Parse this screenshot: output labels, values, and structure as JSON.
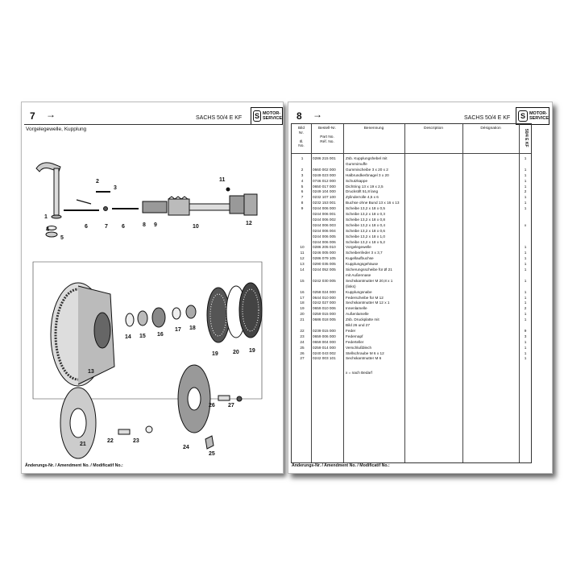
{
  "left_page": {
    "page_number": "7",
    "arrow": "→",
    "model": "SACHS 50/4 E KF",
    "logo_letter": "S",
    "logo_top": "MOTOR-",
    "logo_bottom": "SERVICE",
    "logo_small": "SACHS",
    "section_title": "Vorgelegewelle, Kupplung",
    "footer": "Änderungs-Nr. / Amendment No. / Modificatif No.:",
    "callouts": [
      "1",
      "2",
      "3",
      "4",
      "5",
      "6",
      "7",
      "6",
      "8",
      "9",
      "10",
      "11",
      "12",
      "13",
      "14",
      "15",
      "16",
      "17",
      "18",
      "19",
      "20",
      "19",
      "21",
      "22",
      "23",
      "24",
      "25",
      "26",
      "27"
    ]
  },
  "right_page": {
    "page_number": "8",
    "arrow": "→",
    "model": "SACHS 50/4 E KF",
    "logo_letter": "S",
    "logo_top": "MOTOR-",
    "logo_bottom": "SERVICE",
    "logo_small": "SACHS",
    "vertical_label": "50/4 E KF",
    "footer": "Änderungs-Nr. / Amendment No. / Modificatif No.:",
    "columns": {
      "no": [
        "Bild",
        "Nr.",
        "",
        "Ill.",
        "No.",
        "Réf. No."
      ],
      "part": [
        "Bestell-Nr.",
        "",
        "Part No.",
        "Réf. No."
      ],
      "name": "Benennung",
      "desc": "Description",
      "designation": "Désignation"
    },
    "rows": [
      {
        "no": "1",
        "part": "0286 215 001",
        "name": "Zsb. Kupplungshebel mit",
        "qty": "1"
      },
      {
        "no": "",
        "part": "",
        "name": "Gummimuffe",
        "qty": ""
      },
      {
        "no": "2",
        "part": "0660 002 000",
        "name": "Gummischeibe 3 x 20 x 2",
        "qty": "1"
      },
      {
        "no": "3",
        "part": "0249 023 000",
        "name": "Halbrundkerbnagel 3 x 20",
        "qty": "1"
      },
      {
        "no": "4",
        "part": "0746 012 000",
        "name": "Schutzkappe",
        "qty": "1"
      },
      {
        "no": "5",
        "part": "0650 017 000",
        "name": "Dichtring 13 x 19 x 2,5",
        "qty": "1"
      },
      {
        "no": "6",
        "part": "0249 104 000",
        "name": "Druckstift 51,8 lang",
        "qty": "2"
      },
      {
        "no": "7",
        "part": "0232 107 100",
        "name": "Zylinderrolle 4,5 x 6",
        "qty": "1"
      },
      {
        "no": "8",
        "part": "0232 153 001",
        "name": "Buchse ohne Bund 13 x 16 x 13",
        "qty": "1"
      },
      {
        "no": "9",
        "part": "0244 006 000",
        "name": "Scheibe 13,2 x 18 x 0,5",
        "qty": "1"
      },
      {
        "no": "",
        "part": "0244 006 001",
        "name": "Scheibe 13,2 x 18 x 0,3",
        "qty": ""
      },
      {
        "no": "",
        "part": "0244 006 002",
        "name": "Scheibe 13,2 x 18 x 0,8",
        "qty": ""
      },
      {
        "no": "",
        "part": "0244 006 003",
        "name": "Scheibe 13,2 x 18 x 0,4",
        "qty": "x"
      },
      {
        "no": "",
        "part": "0244 006 004",
        "name": "Scheibe 13,2 x 18 x 0,6",
        "qty": ""
      },
      {
        "no": "",
        "part": "0244 006 005",
        "name": "Scheibe 13,2 x 18 x 1,0",
        "qty": ""
      },
      {
        "no": "",
        "part": "0244 006 006",
        "name": "Scheibe 13,2 x 18 x 5,2",
        "qty": ""
      },
      {
        "no": "10",
        "part": "0286 205 010",
        "name": "Vorgelegewelle",
        "qty": "1"
      },
      {
        "no": "11",
        "part": "0246 005 000",
        "name": "Scheibenfeder 3 x 3,7",
        "qty": "1"
      },
      {
        "no": "12",
        "part": "0286 079 105",
        "name": "Kugellaufbuchse",
        "qty": "1"
      },
      {
        "no": "13",
        "part": "0290 035 005",
        "name": "Kupplungsgehäuse",
        "qty": "1"
      },
      {
        "no": "14",
        "part": "0244 052 005",
        "name": "Sicherungsscheibe für Ø 21",
        "qty": "1"
      },
      {
        "no": "",
        "part": "",
        "name": "mit Außennase",
        "qty": ""
      },
      {
        "no": "15",
        "part": "0242 030 005",
        "name": "Sechskantmutter M 20,8 x 1",
        "qty": "1"
      },
      {
        "no": "",
        "part": "",
        "name": "(links)",
        "qty": ""
      },
      {
        "no": "16",
        "part": "0258 024 000",
        "name": "Kupplungsnabe",
        "qty": "1"
      },
      {
        "no": "17",
        "part": "0644 010 000",
        "name": "Federscheibe für M 12",
        "qty": "1"
      },
      {
        "no": "18",
        "part": "0242 027 000",
        "name": "Sechskantmutter M 12 x 1",
        "qty": "1"
      },
      {
        "no": "19",
        "part": "0659 010 006",
        "name": "Innenlamelle",
        "qty": "2"
      },
      {
        "no": "20",
        "part": "0259 015 000",
        "name": "Außenlamelle",
        "qty": "1"
      },
      {
        "no": "21",
        "part": "0686 018 005",
        "name": "Zsb. Druckplatte mit",
        "qty": "1"
      },
      {
        "no": "",
        "part": "",
        "name": "Bild 26 und 27",
        "qty": ""
      },
      {
        "no": "22",
        "part": "0239 015 000",
        "name": "Feder",
        "qty": "9"
      },
      {
        "no": "23",
        "part": "0659 006 000",
        "name": "Federnapf",
        "qty": "3"
      },
      {
        "no": "24",
        "part": "0659 004 000",
        "name": "Federteller",
        "qty": "1"
      },
      {
        "no": "25",
        "part": "0259 014 000",
        "name": "Verschlußblech",
        "qty": "1"
      },
      {
        "no": "26",
        "part": "0240 043 002",
        "name": "Stellschraube M 6 x 12",
        "qty": "1"
      },
      {
        "no": "27",
        "part": "0242 003 101",
        "name": "Sechskantmutter M 6",
        "qty": "1"
      }
    ],
    "note": "x = nach Bedarf"
  }
}
